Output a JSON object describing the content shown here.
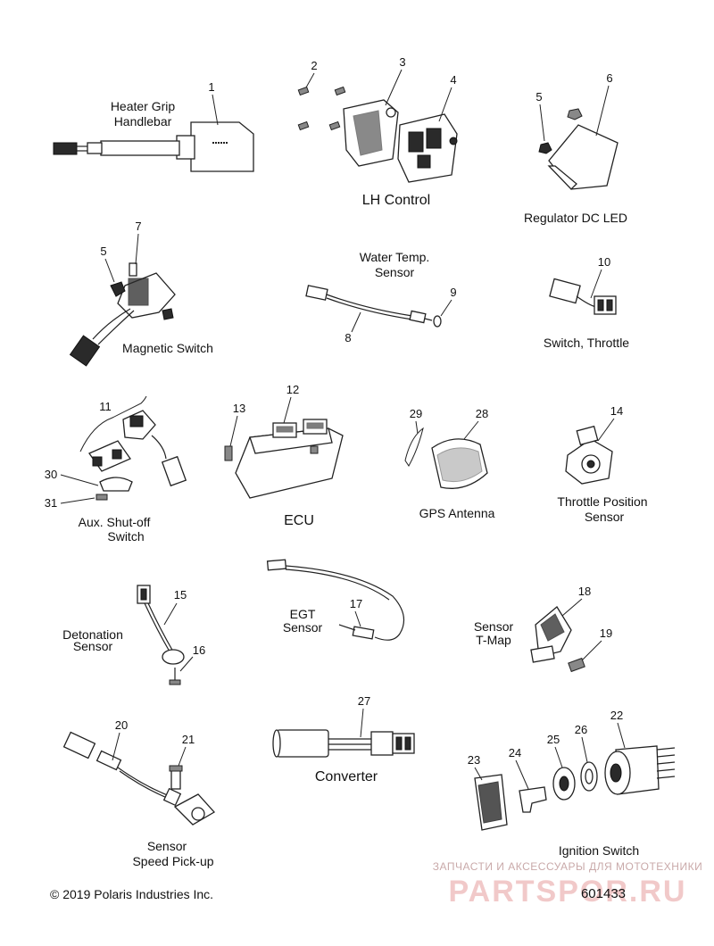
{
  "labels": {
    "heater_grip": [
      "Heater Grip",
      "Handlebar"
    ],
    "lh_control": "LH Control",
    "regulator": "Regulator DC LED",
    "water_temp": [
      "Water Temp.",
      "Sensor"
    ],
    "magnetic_switch": "Magnetic Switch",
    "switch_throttle": "Switch, Throttle",
    "aux_shutoff": [
      "Aux. Shut-off",
      "Switch"
    ],
    "ecu": "ECU",
    "gps_antenna": "GPS Antenna",
    "throttle_position": [
      "Throttle Position",
      "Sensor"
    ],
    "detonation": [
      "Detonation",
      "Sensor"
    ],
    "egt": [
      "EGT",
      "Sensor"
    ],
    "tmap": [
      "Sensor",
      "T-Map"
    ],
    "converter": "Converter",
    "speed_pickup": [
      "Sensor",
      "Speed Pick-up"
    ],
    "ignition": "Ignition Switch"
  },
  "callouts": {
    "n1": "1",
    "n2": "2",
    "n3": "3",
    "n4": "4",
    "n5a": "5",
    "n5b": "5",
    "n6": "6",
    "n7": "7",
    "n8": "8",
    "n9": "9",
    "n10": "10",
    "n11": "11",
    "n12": "12",
    "n13": "13",
    "n14": "14",
    "n15": "15",
    "n16": "16",
    "n17": "17",
    "n18": "18",
    "n19": "19",
    "n20": "20",
    "n21": "21",
    "n22": "22",
    "n23": "23",
    "n24": "24",
    "n25": "25",
    "n26": "26",
    "n27": "27",
    "n28": "28",
    "n29": "29",
    "n30": "30",
    "n31": "31"
  },
  "footer": {
    "copyright": "© 2019 Polaris Industries Inc.",
    "doc_number": "601433"
  },
  "watermark": {
    "tagline": "ЗАПЧАСТИ И АКСЕССУАРЫ ДЛЯ МОТОТЕХНИКИ",
    "brand": "PARTSPOR.RU"
  },
  "colors": {
    "ink": "#111111",
    "watermark": "#f1c9c9"
  }
}
